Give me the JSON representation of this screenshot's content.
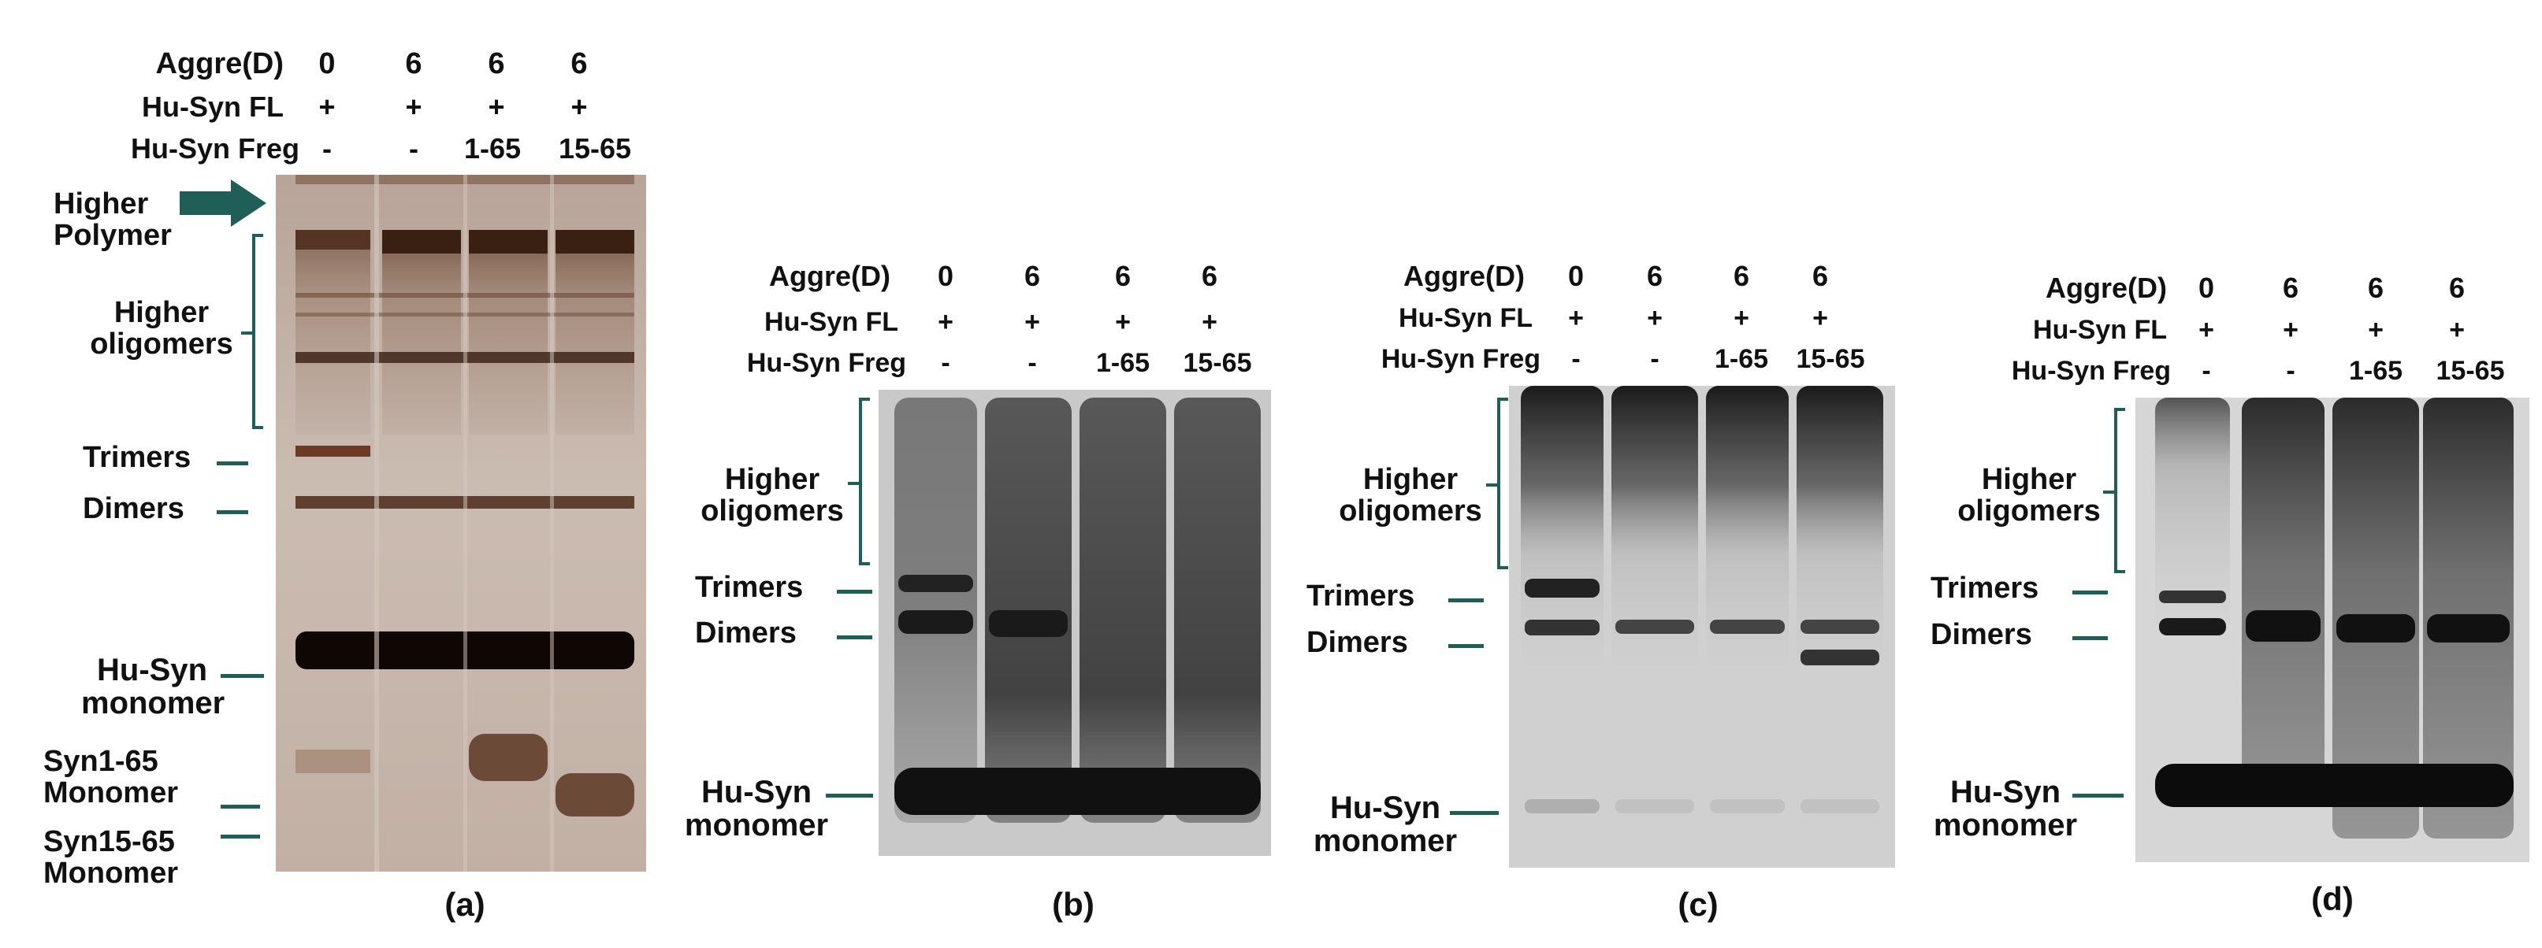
{
  "panels": [
    {
      "caption": "(a)",
      "header": {
        "aggre_label": "Aggre(D)",
        "fl_label": "Hu-Syn FL",
        "freg_label": "Hu-Syn Freg",
        "aggre_values": [
          "0",
          "6",
          "6",
          "6"
        ],
        "fl_values": [
          "+",
          "+",
          "+",
          "+"
        ],
        "freg_values": [
          "-",
          "-",
          "1-65",
          "15-65"
        ]
      },
      "labels": {
        "higher_polymer": "Higher Polymer",
        "higher_oligomers": "Higher oligomers",
        "trimers": "Trimers",
        "dimers": "Dimers",
        "monomer": "Hu-Syn monomer",
        "syn165": "Syn1-65 Monomer",
        "syn1565": "Syn15-65 Monomer"
      }
    },
    {
      "caption": "(b)",
      "header": {
        "aggre_label": "Aggre(D)",
        "fl_label": "Hu-Syn FL",
        "freg_label": "Hu-Syn Freg",
        "aggre_values": [
          "0",
          "6",
          "6",
          "6"
        ],
        "fl_values": [
          "+",
          "+",
          "+",
          "+"
        ],
        "freg_values": [
          "-",
          "-",
          "1-65",
          "15-65"
        ]
      },
      "labels": {
        "higher_oligomers": "Higher oligomers",
        "trimers": "Trimers",
        "dimers": "Dimers",
        "monomer": "Hu-Syn monomer"
      }
    },
    {
      "caption": "(c)",
      "header": {
        "aggre_label": "Aggre(D)",
        "fl_label": "Hu-Syn FL",
        "freg_label": "Hu-Syn Freg",
        "aggre_values": [
          "0",
          "6",
          "6",
          "6"
        ],
        "fl_values": [
          "+",
          "+",
          "+",
          "+"
        ],
        "freg_values": [
          "-",
          "-",
          "1-65",
          "15-65"
        ]
      },
      "labels": {
        "higher_oligomers": "Higher oligomers",
        "trimers": "Trimers",
        "dimers": "Dimers",
        "monomer": "Hu-Syn monomer"
      }
    },
    {
      "caption": "(d)",
      "header": {
        "aggre_label": "Aggre(D)",
        "fl_label": "Hu-Syn FL",
        "freg_label": "Hu-Syn Freg",
        "aggre_values": [
          "0",
          "6",
          "6",
          "6"
        ],
        "fl_values": [
          "+",
          "+",
          "+",
          "+"
        ],
        "freg_values": [
          "-",
          "-",
          "1-65",
          "15-65"
        ]
      },
      "labels": {
        "higher_oligomers": "Higher oligomers",
        "trimers": "Trimers",
        "dimers": "Dimers",
        "monomer": "Hu-Syn monomer"
      }
    }
  ],
  "colors": {
    "marker_teal": "#1f5f57",
    "gel_a_bg": "#c9b8ae",
    "gel_bw_bg": "#d4d4d4"
  }
}
